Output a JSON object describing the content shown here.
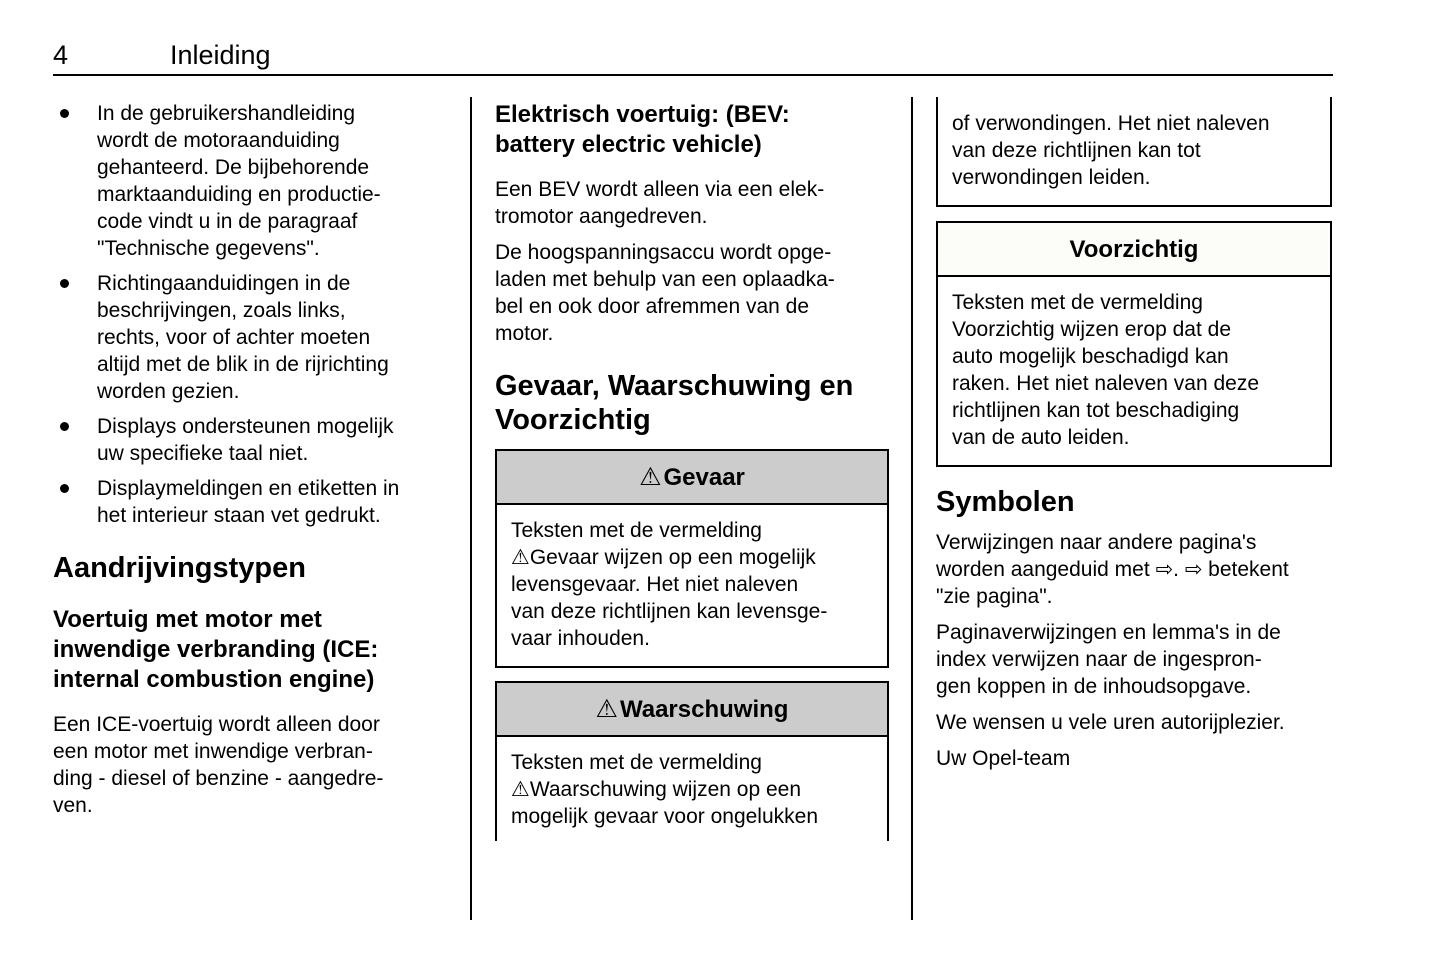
{
  "page": {
    "number": "4",
    "chapter": "Inleiding"
  },
  "colors": {
    "warn_header_bg": "#cccccc",
    "caution_header_bg": "#fcfcf8",
    "border": "#000000",
    "text": "#000000",
    "background": "#ffffff"
  },
  "icons": {
    "warning_triangle": "⚠",
    "page_ref_arrow": "⇨"
  },
  "column1": {
    "bullets": [
      "In de gebruikershandleiding\nwordt de motoraanduiding\ngehanteerd. De bijbehorende\nmarktaanduiding en productie-\ncode vindt u in de paragraaf\n\"Technische gegevens\".",
      "Richtingaanduidingen in de\nbeschrijvingen, zoals links,\nrechts, voor of achter moeten\naltijd met de blik in de rijrichting\nworden gezien.",
      "Displays ondersteunen mogelijk\nuw specifieke taal niet.",
      "Displaymeldingen en etiketten in\nhet interieur staan vet gedrukt."
    ],
    "section_heading": "Aandrijvingstypen",
    "subsection_heading": "Voertuig met motor met\ninwendige verbranding (ICE:\ninternal combustion engine)",
    "paragraph": "Een ICE-voertuig wordt alleen door\neen motor met inwendige verbran-\nding - diesel of benzine - aangedre-\nven."
  },
  "column2": {
    "subsection_heading": "Elektrisch voertuig: (BEV:\nbattery electric vehicle)",
    "paragraph_1": "Een BEV wordt alleen via een elek-\ntromotor aangedreven.",
    "paragraph_2": "De hoogspanningsaccu wordt opge-\nladen met behulp van een oplaadka-\nbel en ook door afremmen van de\nmotor.",
    "section_heading": "Gevaar, Waarschuwing en\nVoorzichtig",
    "danger_box": {
      "title": "Gevaar",
      "body": "Teksten met de vermelding\n⚠Gevaar wijzen op een mogelijk\nlevensgevaar. Het niet naleven\nvan deze richtlijnen kan levensge-\nvaar inhouden."
    },
    "warning_box": {
      "title": "Waarschuwing",
      "body": "Teksten met de vermelding\n⚠Waarschuwing wijzen op een\nmogelijk gevaar voor ongelukken"
    }
  },
  "column3": {
    "warning_box_continuation": "of verwondingen. Het niet naleven\nvan deze richtlijnen kan tot\nverwondingen leiden.",
    "caution_box": {
      "title": "Voorzichtig",
      "body": "Teksten met de vermelding\nVoorzichtig wijzen erop dat de\nauto mogelijk beschadigd kan\nraken. Het niet naleven van deze\nrichtlijnen kan tot beschadiging\nvan de auto leiden."
    },
    "section_heading": "Symbolen",
    "paragraph_1": "Verwijzingen naar andere pagina's\nworden aangeduid met ⇨. ⇨ betekent\n\"zie pagina\".",
    "paragraph_2": "Paginaverwijzingen en lemma's in de\nindex verwijzen naar de ingespron-\ngen koppen in de inhoudsopgave.",
    "paragraph_3": "We wensen u vele uren autorijplezier.",
    "paragraph_4": "Uw Opel-team"
  }
}
